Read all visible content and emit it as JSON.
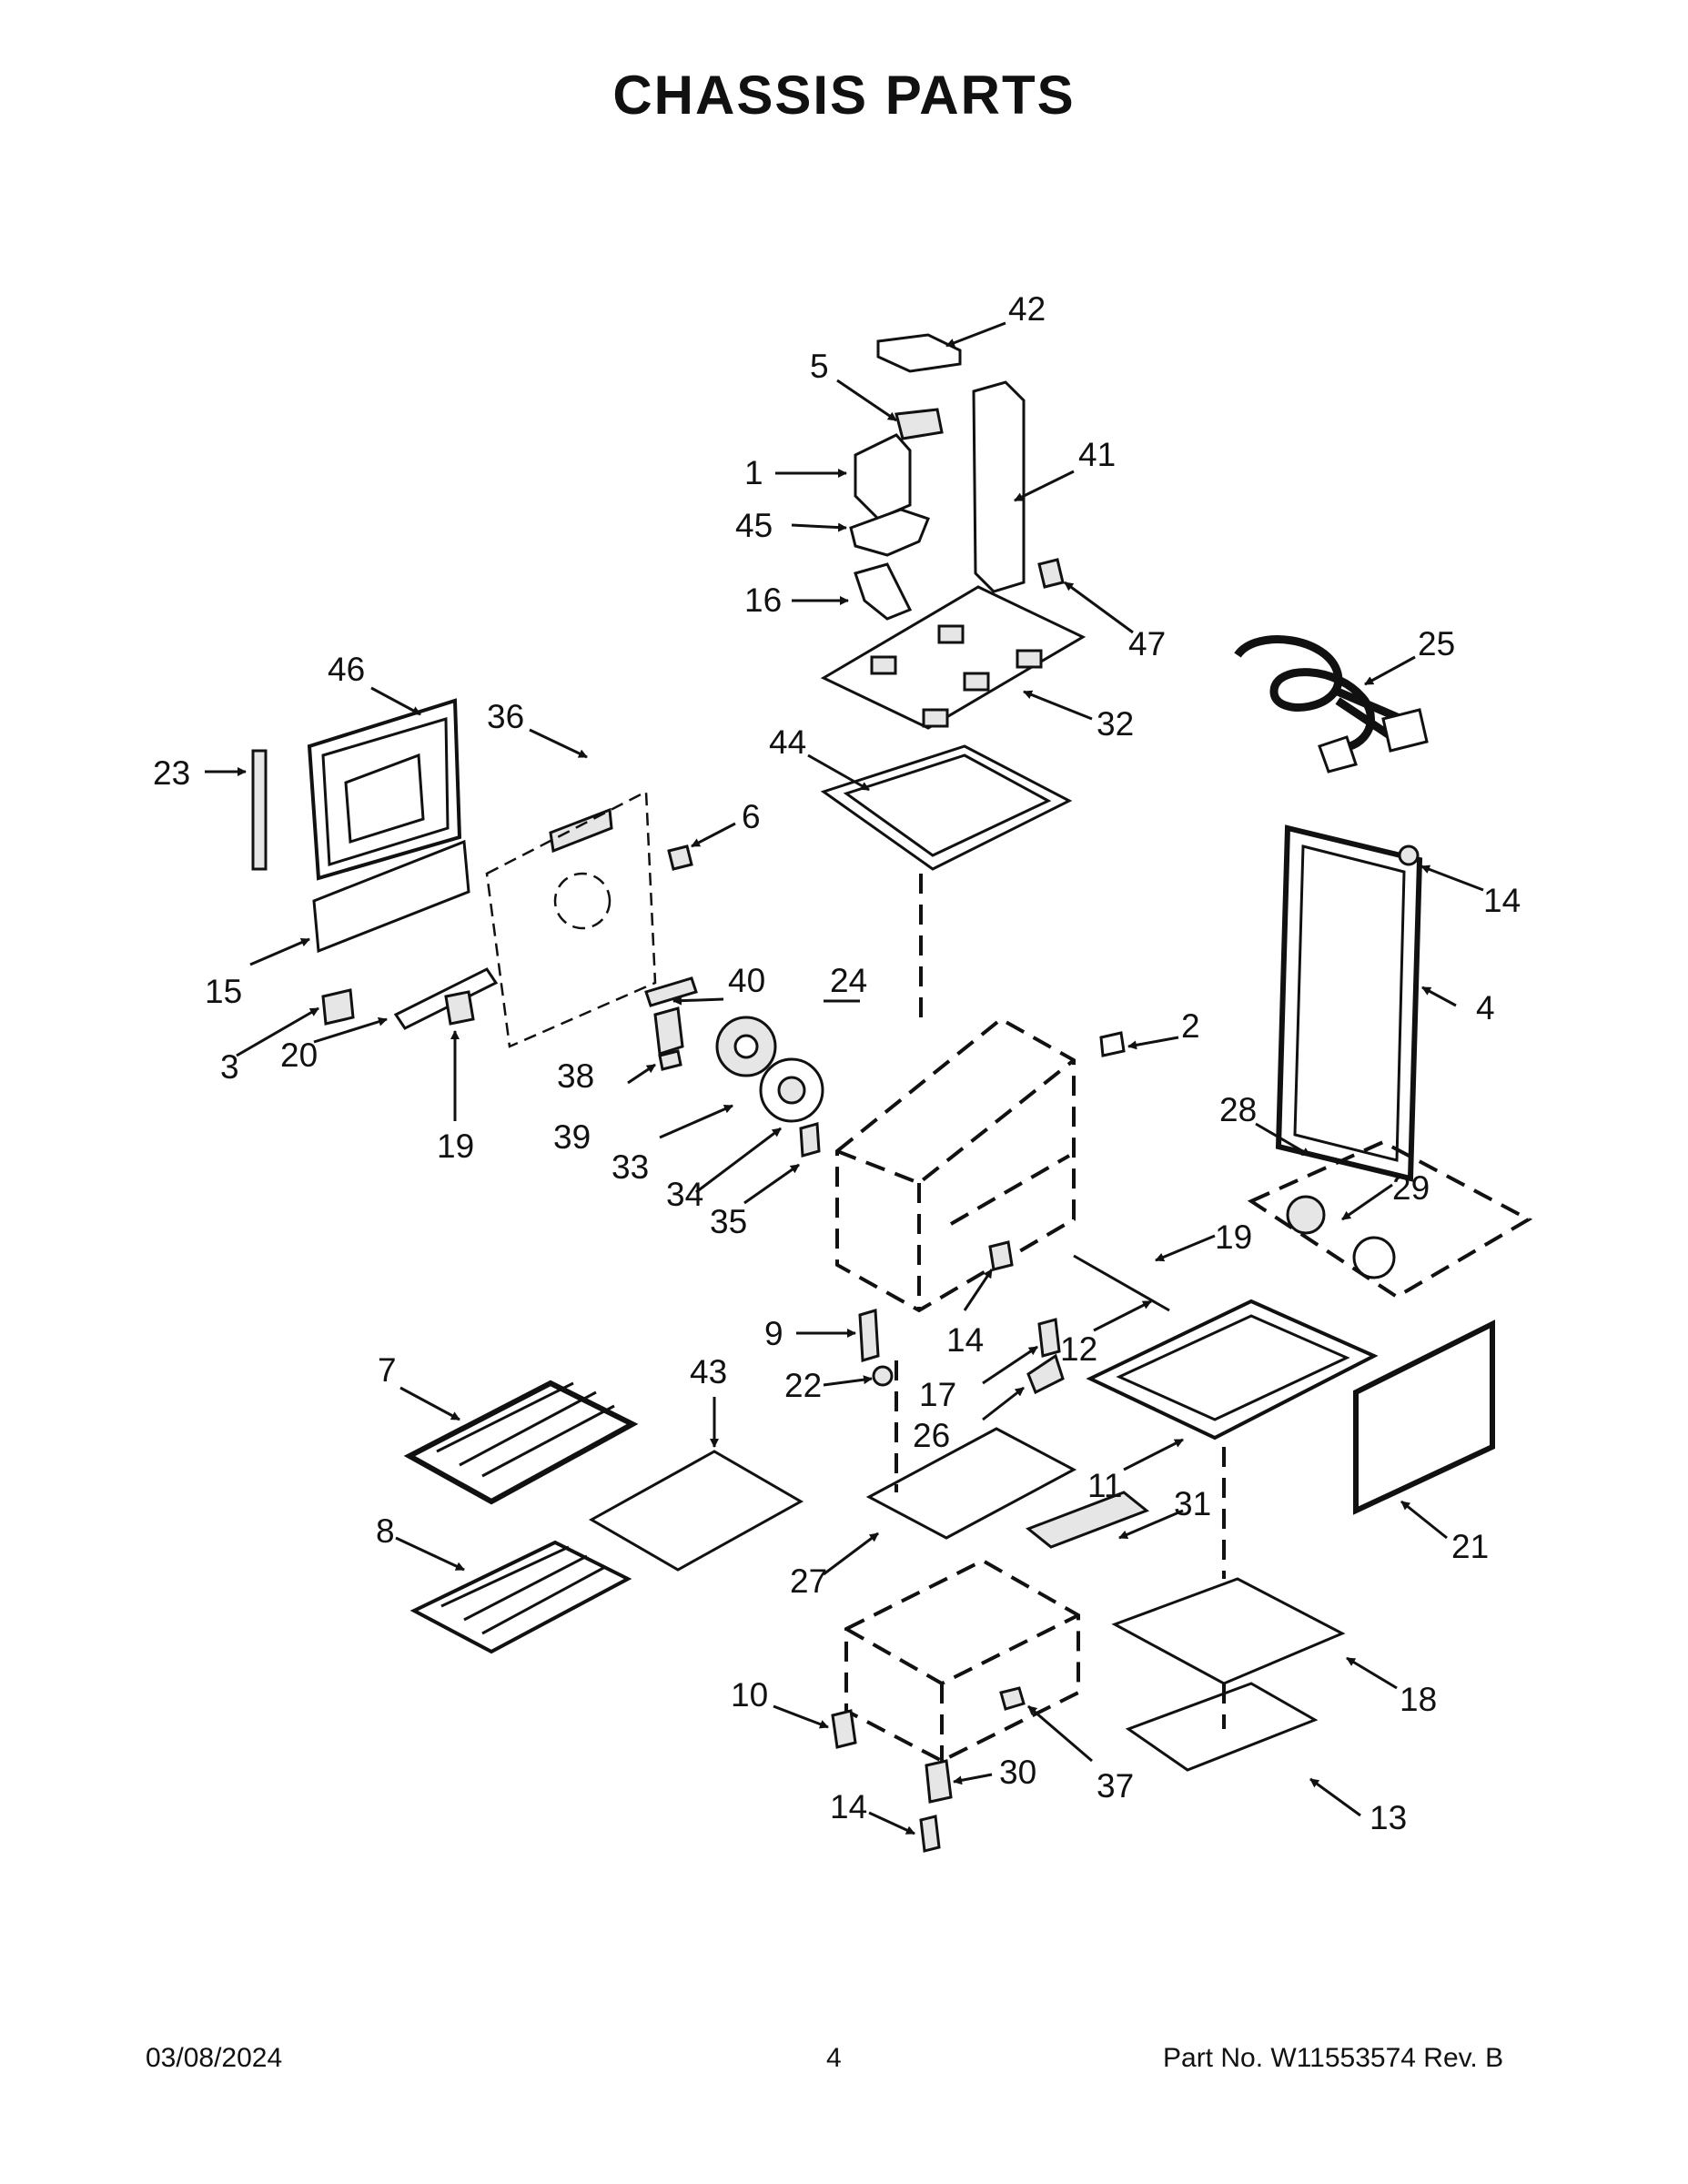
{
  "title": "CHASSIS PARTS",
  "footer": {
    "date": "03/08/2024",
    "page": "4",
    "part_number": "Part No.  W11553574  Rev.  B"
  },
  "callouts": {
    "c1": "1",
    "c2": "2",
    "c3": "3",
    "c4": "4",
    "c5": "5",
    "c6": "6",
    "c7": "7",
    "c8": "8",
    "c9": "9",
    "c10": "10",
    "c11": "11",
    "c12": "12",
    "c13": "13",
    "c14a": "14",
    "c14b": "14",
    "c14c": "14",
    "c15": "15",
    "c16": "16",
    "c17": "17",
    "c18": "18",
    "c19a": "19",
    "c19b": "19",
    "c20": "20",
    "c21": "21",
    "c22": "22",
    "c23": "23",
    "c24": "24",
    "c25": "25",
    "c26": "26",
    "c27": "27",
    "c28": "28",
    "c29": "29",
    "c30": "30",
    "c31": "31",
    "c32": "32",
    "c33": "33",
    "c34": "34",
    "c35": "35",
    "c36": "36",
    "c37": "37",
    "c38": "38",
    "c39": "39",
    "c40": "40",
    "c41": "41",
    "c42": "42",
    "c43": "43",
    "c44": "44",
    "c45": "45",
    "c46": "46",
    "c47": "47"
  }
}
